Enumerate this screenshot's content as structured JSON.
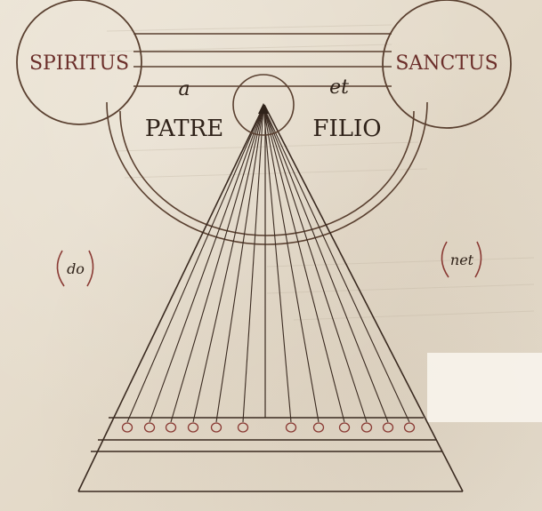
{
  "labels": {
    "spiritus": "SPIRITUS",
    "sanctus": "SANCTUS",
    "a": "a",
    "et": "et",
    "patre": "PATRE",
    "filio": "FILIO",
    "do": "do",
    "net": "net"
  },
  "colors": {
    "ink": "#2f2219",
    "sepia": "#5a4030",
    "red_ink": "#6b2e2a",
    "paper": "#e7dfd0"
  }
}
